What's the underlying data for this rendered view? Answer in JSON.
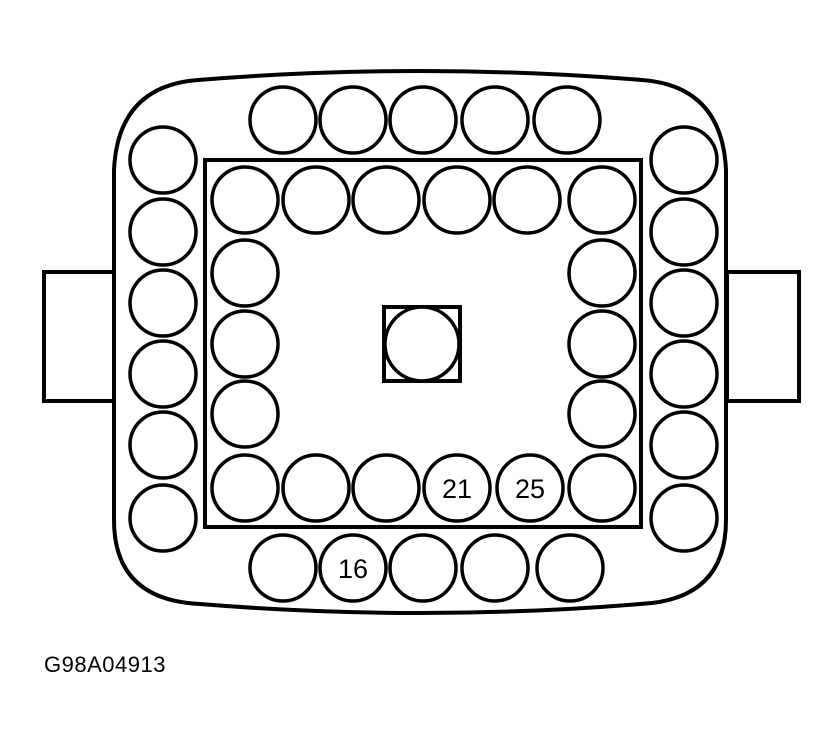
{
  "figure_id": "G98A04913",
  "pin_labels": {
    "inner_bottom_4": "21",
    "inner_bottom_5": "25",
    "outer_bottom_2": "16"
  },
  "colors": {
    "stroke": "#000000",
    "fill": "#ffffff"
  }
}
